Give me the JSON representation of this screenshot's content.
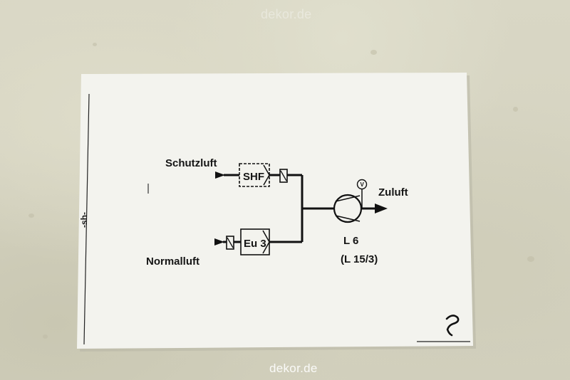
{
  "watermarks": {
    "top": "dekor.de",
    "bottom": "dekor.de"
  },
  "diagram": {
    "inputs": {
      "top": "Schutzluft",
      "bottom": "Normalluft"
    },
    "units": {
      "shf": "SHF",
      "eu": "Eu 3"
    },
    "output": "Zuluft",
    "gauge_symbol": "V",
    "fan_id": "L 6",
    "fan_ref": "(L 15/3)",
    "side_note": "-sh-"
  }
}
